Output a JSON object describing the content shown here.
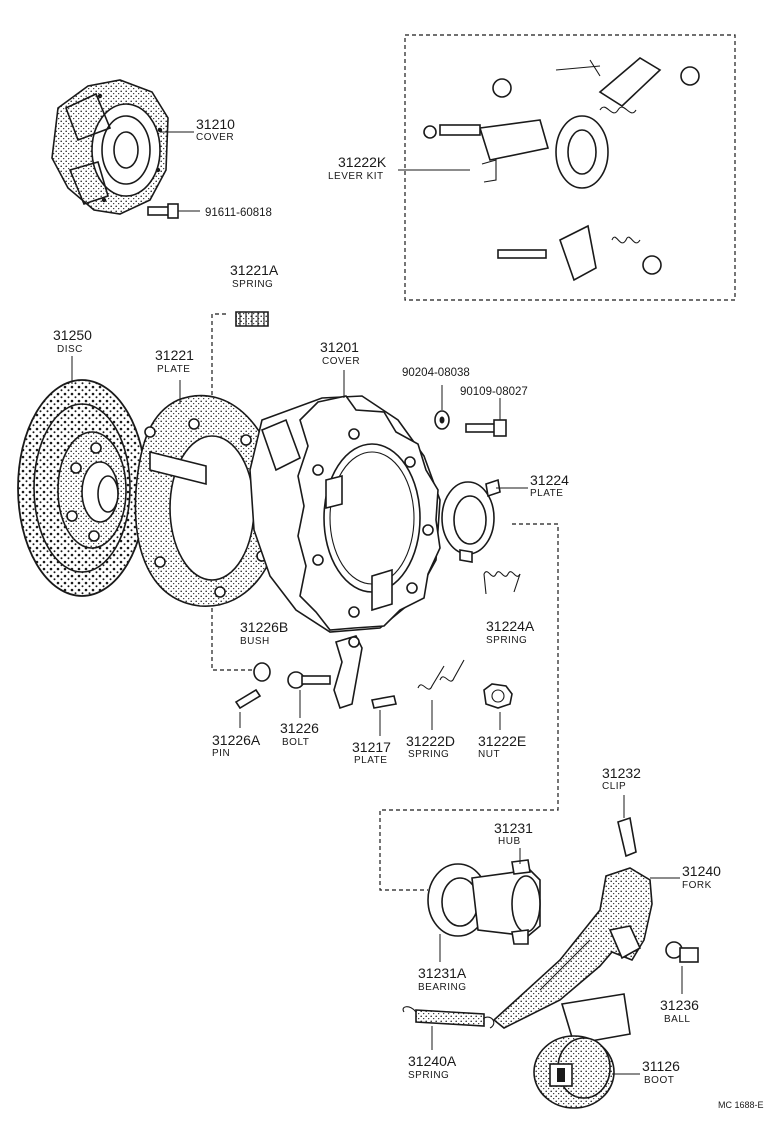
{
  "parts": {
    "p31210": {
      "number": "31210",
      "name": "COVER"
    },
    "p91611": {
      "number": "91611-60818",
      "name": ""
    },
    "p31222K": {
      "number": "31222K",
      "name": "LEVER KIT"
    },
    "p31221A": {
      "number": "31221A",
      "name": "SPRING"
    },
    "p31250": {
      "number": "31250",
      "name": "DISC"
    },
    "p31221": {
      "number": "31221",
      "name": "PLATE"
    },
    "p31201": {
      "number": "31201",
      "name": "COVER"
    },
    "p90204": {
      "number": "90204-08038",
      "name": ""
    },
    "p90109": {
      "number": "90109-08027",
      "name": ""
    },
    "p31224": {
      "number": "31224",
      "name": "PLATE"
    },
    "p31224A": {
      "number": "31224A",
      "name": "SPRING"
    },
    "p31226B": {
      "number": "31226B",
      "name": "BUSH"
    },
    "p31226A": {
      "number": "31226A",
      "name": "PIN"
    },
    "p31226": {
      "number": "31226",
      "name": "BOLT"
    },
    "p31217": {
      "number": "31217",
      "name": "PLATE"
    },
    "p31222D": {
      "number": "31222D",
      "name": "SPRING"
    },
    "p31222E": {
      "number": "31222E",
      "name": "NUT"
    },
    "p31232": {
      "number": "31232",
      "name": "CLIP"
    },
    "p31231": {
      "number": "31231",
      "name": "HUB"
    },
    "p31240": {
      "number": "31240",
      "name": "FORK"
    },
    "p31231A": {
      "number": "31231A",
      "name": "BEARING"
    },
    "p31236": {
      "number": "31236",
      "name": "BALL"
    },
    "p31240A": {
      "number": "31240A",
      "name": "SPRING"
    },
    "p31126": {
      "number": "31126",
      "name": "BOOT"
    }
  },
  "footer": {
    "code": "MC 1688-E"
  },
  "colors": {
    "ink": "#1a1a1a",
    "paper": "#ffffff"
  }
}
